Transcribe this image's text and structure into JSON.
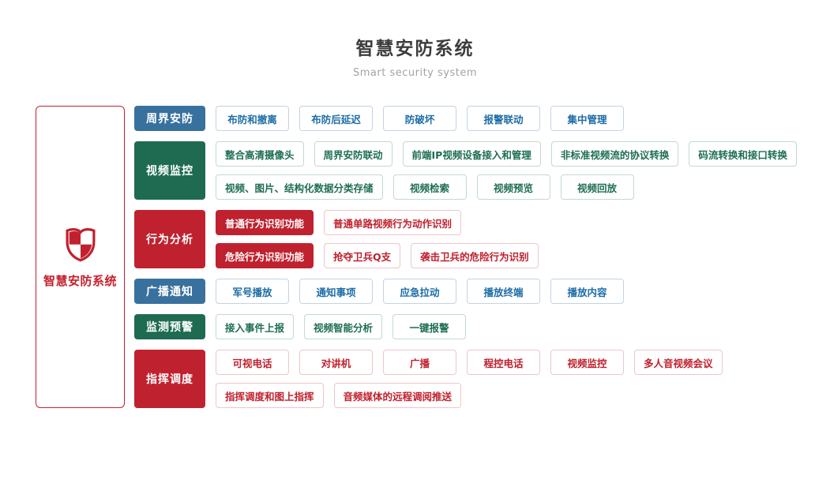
{
  "header": {
    "title": "智慧安防系统",
    "subtitle": "Smart security system"
  },
  "root": {
    "label": "智慧安防系统",
    "icon": "shield-check-icon"
  },
  "colors": {
    "title_text": "#3c3c3c",
    "subtitle_text": "#a3a3a3",
    "accent_red": "#c5202c",
    "blue_bg": "#38719e",
    "blue_text": "#1c6ca6",
    "blue_border": "#c3d4e3",
    "green_bg": "#1e6b51",
    "green_text": "#1e6e55",
    "green_border": "#c2d9d0",
    "red_bg": "#c0212e",
    "red_text": "#c0212e",
    "red_border": "#edc6c9"
  },
  "groups": [
    {
      "id": "perimeter-security",
      "label": "周界安防",
      "theme": "blue",
      "rows": [
        [
          {
            "label": "布防和撤离"
          },
          {
            "label": "布防后延迟"
          },
          {
            "label": "防破坏"
          },
          {
            "label": "报警联动"
          },
          {
            "label": "集中管理"
          }
        ]
      ]
    },
    {
      "id": "video-surveillance",
      "label": "视频监控",
      "theme": "green",
      "rows": [
        [
          {
            "label": "整合高清摄像头"
          },
          {
            "label": "周界安防联动"
          },
          {
            "label": "前端IP视频设备接入和管理"
          },
          {
            "label": "非标准视频流的协议转换"
          },
          {
            "label": "码流转换和接口转换"
          }
        ],
        [
          {
            "label": "视频、图片、结构化数据分类存储"
          },
          {
            "label": "视频检索"
          },
          {
            "label": "视频预览"
          },
          {
            "label": "视频回放"
          }
        ]
      ]
    },
    {
      "id": "behavior-analysis",
      "label": "行为分析",
      "theme": "red",
      "rows": [
        [
          {
            "label": "普通行为识别功能",
            "variant": "filled"
          },
          {
            "label": "普通单路视频行为动作识别"
          }
        ],
        [
          {
            "label": "危险行为识别功能",
            "variant": "filled"
          },
          {
            "label": "抢夺卫兵Q支"
          },
          {
            "label": "袭击卫兵的危险行为识别"
          }
        ]
      ]
    },
    {
      "id": "broadcast-notice",
      "label": "广播通知",
      "theme": "blue",
      "rows": [
        [
          {
            "label": "军号播放"
          },
          {
            "label": "通知事项"
          },
          {
            "label": "应急拉动"
          },
          {
            "label": "播放终端"
          },
          {
            "label": "播放内容"
          }
        ]
      ]
    },
    {
      "id": "monitor-warning",
      "label": "监测预警",
      "theme": "green",
      "rows": [
        [
          {
            "label": "接入事件上报"
          },
          {
            "label": "视频智能分析"
          },
          {
            "label": "一键报警"
          }
        ]
      ]
    },
    {
      "id": "command-dispatch",
      "label": "指挥调度",
      "theme": "red",
      "rows": [
        [
          {
            "label": "可视电话"
          },
          {
            "label": "对讲机"
          },
          {
            "label": "广播"
          },
          {
            "label": "程控电话"
          },
          {
            "label": "视频监控"
          },
          {
            "label": "多人音视频会议"
          }
        ],
        [
          {
            "label": "指挥调度和图上指挥"
          },
          {
            "label": "音频媒体的远程调阅推送"
          }
        ]
      ]
    }
  ]
}
